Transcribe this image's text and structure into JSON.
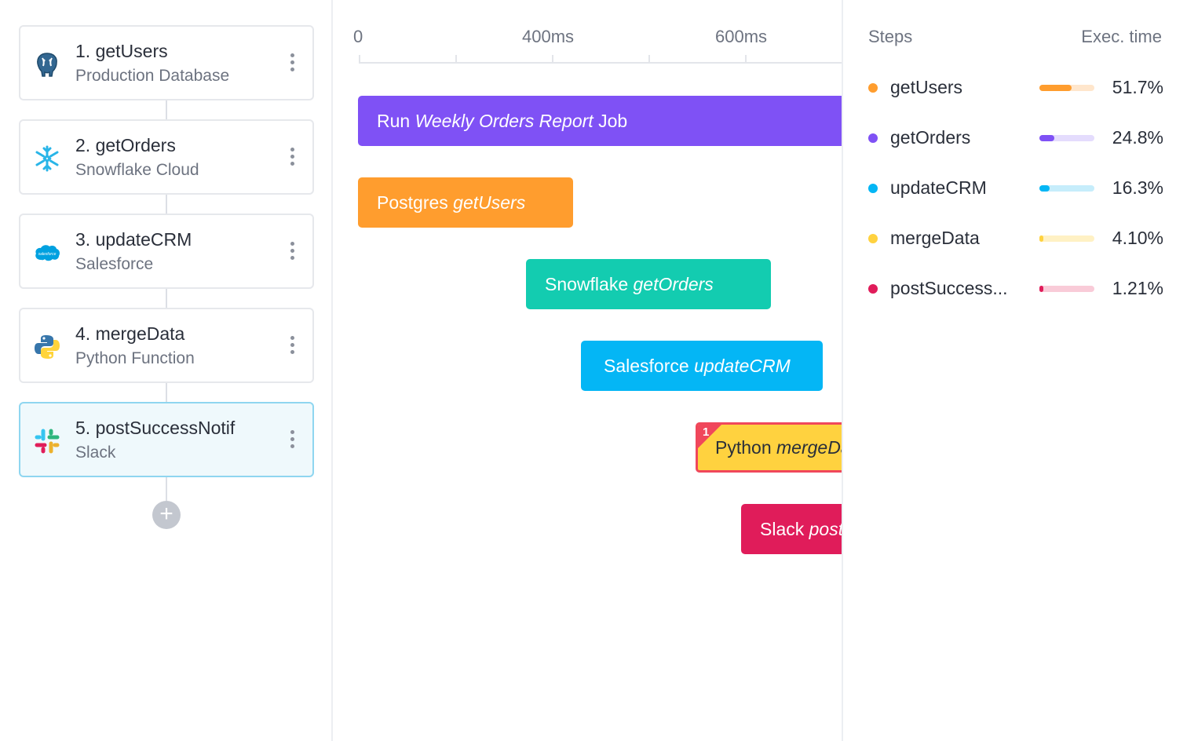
{
  "steps": [
    {
      "number_title": "1. getUsers",
      "subtitle": "Production Database",
      "icon": "postgres-elephant-icon"
    },
    {
      "number_title": "2. getOrders",
      "subtitle": "Snowflake Cloud",
      "icon": "snowflake-icon"
    },
    {
      "number_title": "3. updateCRM",
      "subtitle": "Salesforce",
      "icon": "salesforce-cloud-icon"
    },
    {
      "number_title": "4. mergeData",
      "subtitle": "Python Function",
      "icon": "python-icon"
    },
    {
      "number_title": "5. postSuccessNotif",
      "subtitle": "Slack",
      "icon": "slack-icon",
      "selected": true
    }
  ],
  "add_step_symbol": "+",
  "salesforce_logo_text": "salesforce",
  "timeline": {
    "ticks": [
      "0",
      "400ms",
      "600ms"
    ],
    "bars": [
      {
        "prefix": "Run ",
        "italic": "Weekly Orders Report",
        "suffix": " Job",
        "color": "#7f51f5"
      },
      {
        "prefix": "Postgres ",
        "italic": "getUsers",
        "suffix": "",
        "color": "#ff9d2e"
      },
      {
        "prefix": "Snowflake ",
        "italic": "getOrders",
        "suffix": "",
        "color": "#13ccb0"
      },
      {
        "prefix": "Salesforce ",
        "italic": "updateCRM",
        "suffix": "",
        "color": "#04b6f5"
      },
      {
        "prefix": "Python ",
        "italic": "mergeData",
        "suffix": "",
        "color": "#ffd23f",
        "error_badge": "1"
      },
      {
        "prefix": "Slack ",
        "italic": "postSuccessNotif",
        "suffix": "",
        "color": "#e01c5a"
      }
    ]
  },
  "exec_panel": {
    "steps_header": "Steps",
    "time_header": "Exec. time",
    "rows": [
      {
        "name": "getUsers",
        "percent": "51.7%",
        "fraction": 0.517,
        "color": "#ff9d2e",
        "track": "#ffe6cc"
      },
      {
        "name": "getOrders",
        "percent": "24.8%",
        "fraction": 0.248,
        "color": "#7f51f5",
        "track": "#e4dcfd"
      },
      {
        "name": "updateCRM",
        "percent": "16.3%",
        "fraction": 0.163,
        "color": "#04b6f5",
        "track": "#c6edfb"
      },
      {
        "name": "mergeData",
        "percent": "4.10%",
        "fraction": 0.041,
        "color": "#ffd23f",
        "track": "#fff1c4"
      },
      {
        "name": "postSuccess...",
        "percent": "1.21%",
        "fraction": 0.0121,
        "color": "#e01c5a",
        "track": "#f9cbd8"
      }
    ]
  }
}
